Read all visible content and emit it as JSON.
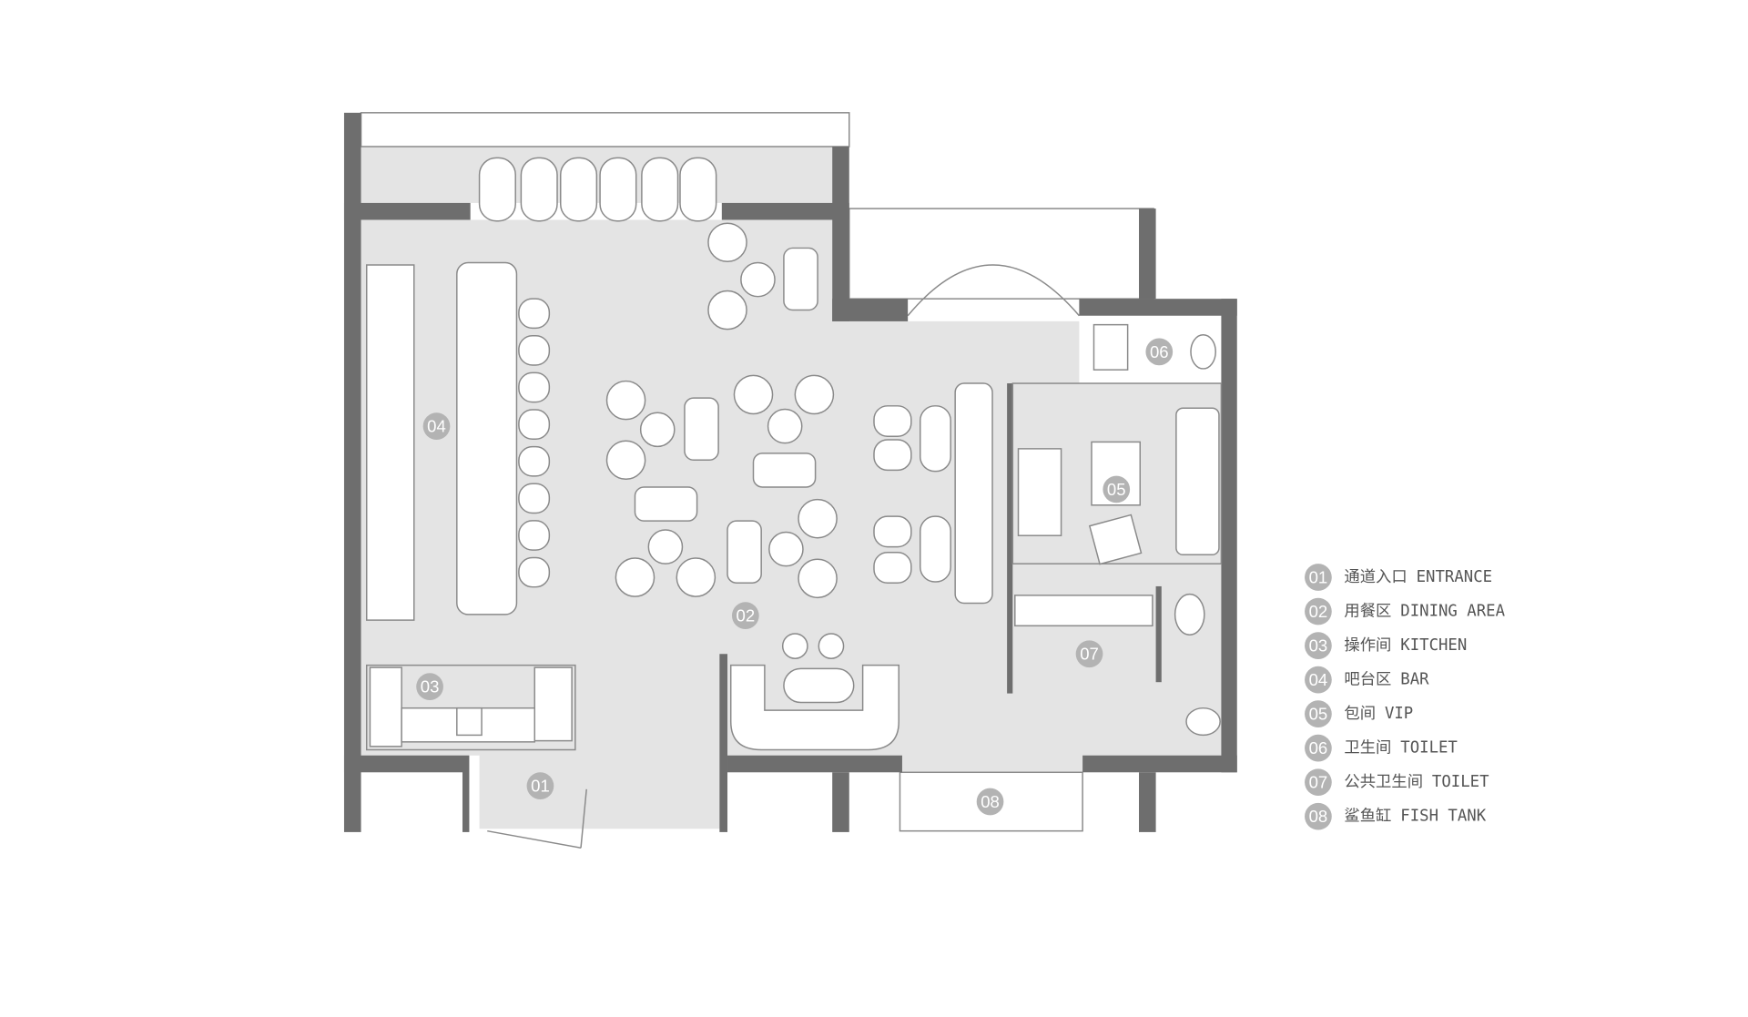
{
  "zones": [
    {
      "num": "01",
      "cn": "通道入口",
      "en": "ENTRANCE"
    },
    {
      "num": "02",
      "cn": "用餐区",
      "en": "DINING AREA"
    },
    {
      "num": "03",
      "cn": "操作间",
      "en": "KITCHEN"
    },
    {
      "num": "04",
      "cn": "吧台区",
      "en": "BAR"
    },
    {
      "num": "05",
      "cn": "包间",
      "en": "VIP"
    },
    {
      "num": "06",
      "cn": "卫生间",
      "en": "TOILET"
    },
    {
      "num": "07",
      "cn": "公共卫生间",
      "en": "TOILET"
    },
    {
      "num": "08",
      "cn": "鲨鱼缸",
      "en": "FISH TANK"
    }
  ],
  "colors": {
    "wall": "#6e6e6e",
    "floor": "#e4e4e4",
    "badge": "#b3b3b3"
  }
}
